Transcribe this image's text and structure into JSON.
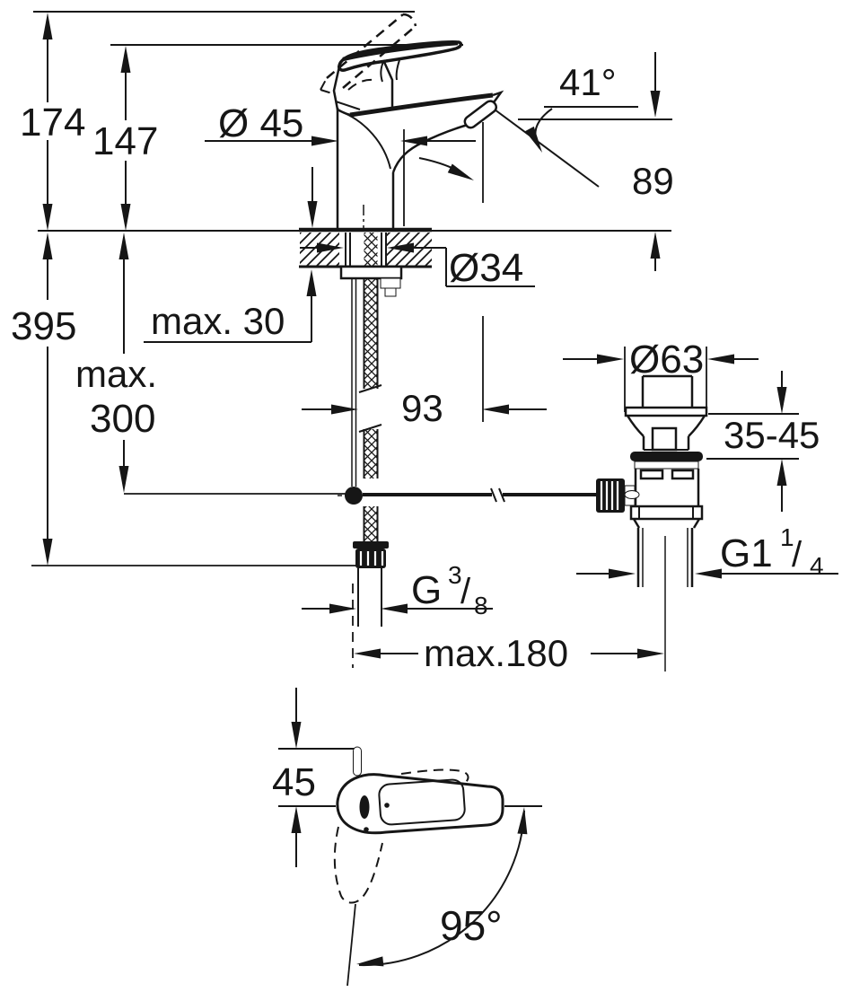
{
  "page": {
    "background": "#ffffff",
    "ink": "#161616"
  },
  "drawing": {
    "kind": "Technical dimension drawing of a single-lever basin mixer with pop-up waste: side elevation with installation section, waste set detail, and handle plan view",
    "dims": {
      "total_height": "174",
      "lever_height": "147",
      "body_diameter": "Ø 45",
      "aerator_angle": "41°",
      "spout_outlet_height": "89",
      "total_depth": "395",
      "deck_thickness": "max. 30",
      "tap_hole_diameter": "Ø34",
      "hose_length_line1": "max.",
      "hose_length_line2": "300",
      "spout_reach": "93",
      "waste_flange_diameter": "Ø63",
      "basin_thickness_range": "35-45",
      "waste_thread": {
        "base": "G1",
        "sup": "1",
        "slash": "/",
        "sub": "4"
      },
      "supply_thread": {
        "base": "G",
        "sup": "3",
        "slash": "/",
        "sub": "8"
      },
      "rod_projection": "max.180",
      "handle_width": "45",
      "handle_swing_angle": "95°"
    }
  }
}
